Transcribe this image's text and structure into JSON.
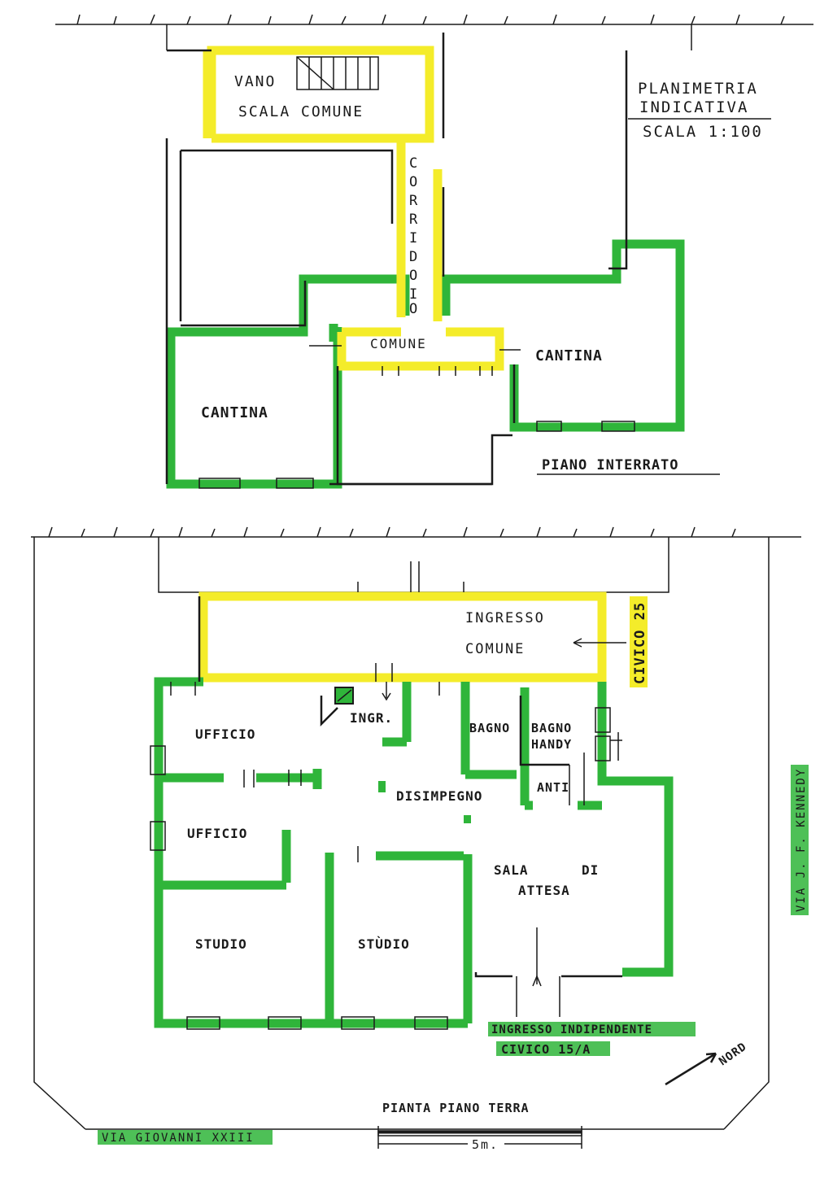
{
  "title": {
    "line1": "PLANIMETRIA",
    "line2": "INDICATIVA",
    "scale": "SCALA 1:100"
  },
  "basement": {
    "label": "PIANO INTERRATO",
    "rooms": {
      "vano": "VANO",
      "scala_comune": "SCALA COMUNE",
      "corridoio": [
        "C",
        "O",
        "R",
        "R",
        "I",
        "D",
        "O",
        "I",
        "O"
      ],
      "comune": "COMUNE",
      "cantina_right": "CANTINA",
      "cantina_left": "CANTINA"
    }
  },
  "ground": {
    "label": "PIANTA PIANO TERRA",
    "rooms": {
      "ingresso": "INGRESSO",
      "comune": "COMUNE",
      "civico25": "CIVICO 25",
      "ingr": "INGR.",
      "ufficio1": "UFFICIO",
      "ufficio2": "UFFICIO",
      "bagno": "BAGNO",
      "bagno_handy1": "BAGNO",
      "bagno_handy2": "HANDY",
      "anti": "ANTI",
      "disimpegno": "DISIMPEGNO",
      "sala1": "SALA",
      "sala2": "DI",
      "attesa": "ATTESA",
      "studio1": "STUDIO",
      "studio2": "STÙDIO"
    },
    "ingresso_indipendente": "INGRESSO INDIPENDENTE",
    "civico15a": "CIVICO 15/A",
    "nord": "NORD",
    "via_kennedy": "VIA J. F. KENNEDY",
    "via_giovanni": "VIA GIOVANNI XXIII",
    "scale_bar": "5m."
  }
}
